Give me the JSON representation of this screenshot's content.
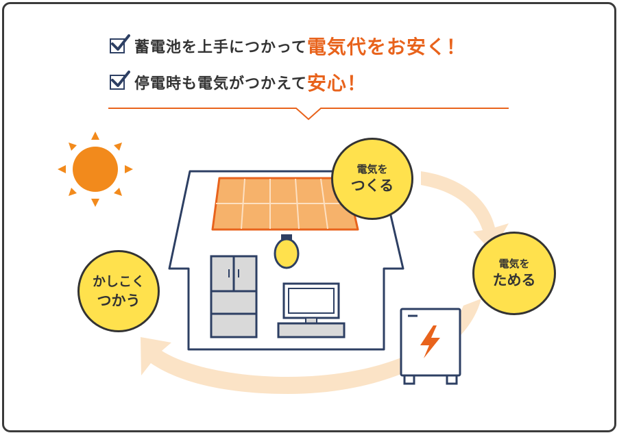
{
  "benefits": [
    {
      "text": "蓄電池を上手につかって",
      "highlight": "電気代をお安く！"
    },
    {
      "text": "停電時も電気がつかえて",
      "highlight": "安心！"
    }
  ],
  "cycle": {
    "make": {
      "line1": "電気を",
      "line2": "つくる"
    },
    "store": {
      "line1": "電気を",
      "line2": "ためる"
    },
    "use": {
      "line1": "かしこく",
      "line2": "つかう"
    }
  },
  "colors": {
    "accent": "#e8631c",
    "navy": "#2d3f63",
    "badge_fill": "#ffe14d",
    "panel_fill": "#f6b26b",
    "sun": "#f28a1c",
    "arrow": "#fbe3c6"
  },
  "icons": [
    "checkmark-icon",
    "sun-icon",
    "house-icon",
    "solar-panel-icon",
    "light-bulb-icon",
    "refrigerator-icon",
    "tv-icon",
    "battery-icon",
    "lightning-icon",
    "cycle-arrow-icon"
  ]
}
